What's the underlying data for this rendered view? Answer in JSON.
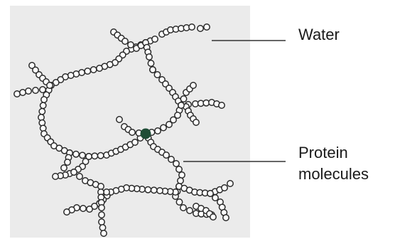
{
  "labels": {
    "water": "Water",
    "protein_line1": "Protein",
    "protein_line2": "molecules"
  },
  "colors": {
    "background_panel": "#ebebeb",
    "bead_stroke": "#2a2a2a",
    "bead_fill": "#ffffff",
    "junction_fill": "#1f4d36",
    "leader_line": "#333333"
  },
  "icons": {
    "protein_network": "protein-chain-network-illustration",
    "junction": "cross-link-node"
  }
}
